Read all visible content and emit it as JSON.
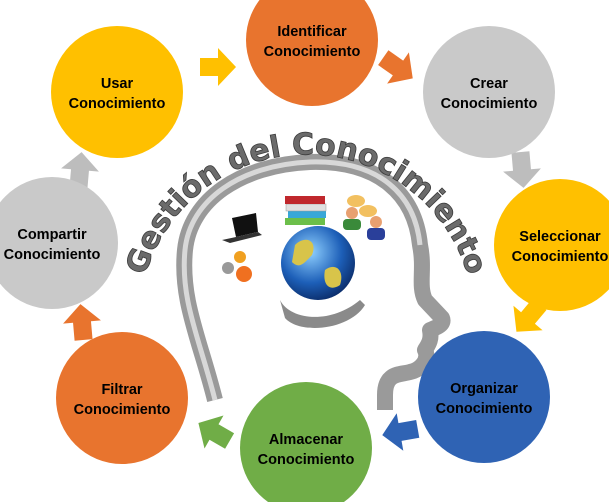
{
  "title": "Gestión del Conocimiento",
  "steps": [
    {
      "line1": "Identificar",
      "line2": "Conocimiento",
      "color": "#E8742E",
      "text_color": "#000000"
    },
    {
      "line1": "Crear",
      "line2": "Conocimiento",
      "color": "#C9C9C9",
      "text_color": "#000000"
    },
    {
      "line1": "Seleccionar",
      "line2": "Conocimiento",
      "color": "#FFC000",
      "text_color": "#000000"
    },
    {
      "line1": "Organizar",
      "line2": "Conocimiento",
      "color": "#2F63B4",
      "text_color": "#000000"
    },
    {
      "line1": "Almacenar",
      "line2": "Conocimiento",
      "color": "#70AD47",
      "text_color": "#000000"
    },
    {
      "line1": "Filtrar",
      "line2": "Conocimiento",
      "color": "#E8742E",
      "text_color": "#000000"
    },
    {
      "line1": "Compartir",
      "line2": "Conocimiento",
      "color": "#C9C9C9",
      "text_color": "#000000"
    },
    {
      "line1": "Usar",
      "line2": "Conocimiento",
      "color": "#FFC000",
      "text_color": "#000000"
    }
  ],
  "icons": [
    "head-silhouette-icon",
    "laptop-icon",
    "books-icon",
    "people-talking-icon",
    "gears-icon",
    "globe-in-hand-icon"
  ]
}
